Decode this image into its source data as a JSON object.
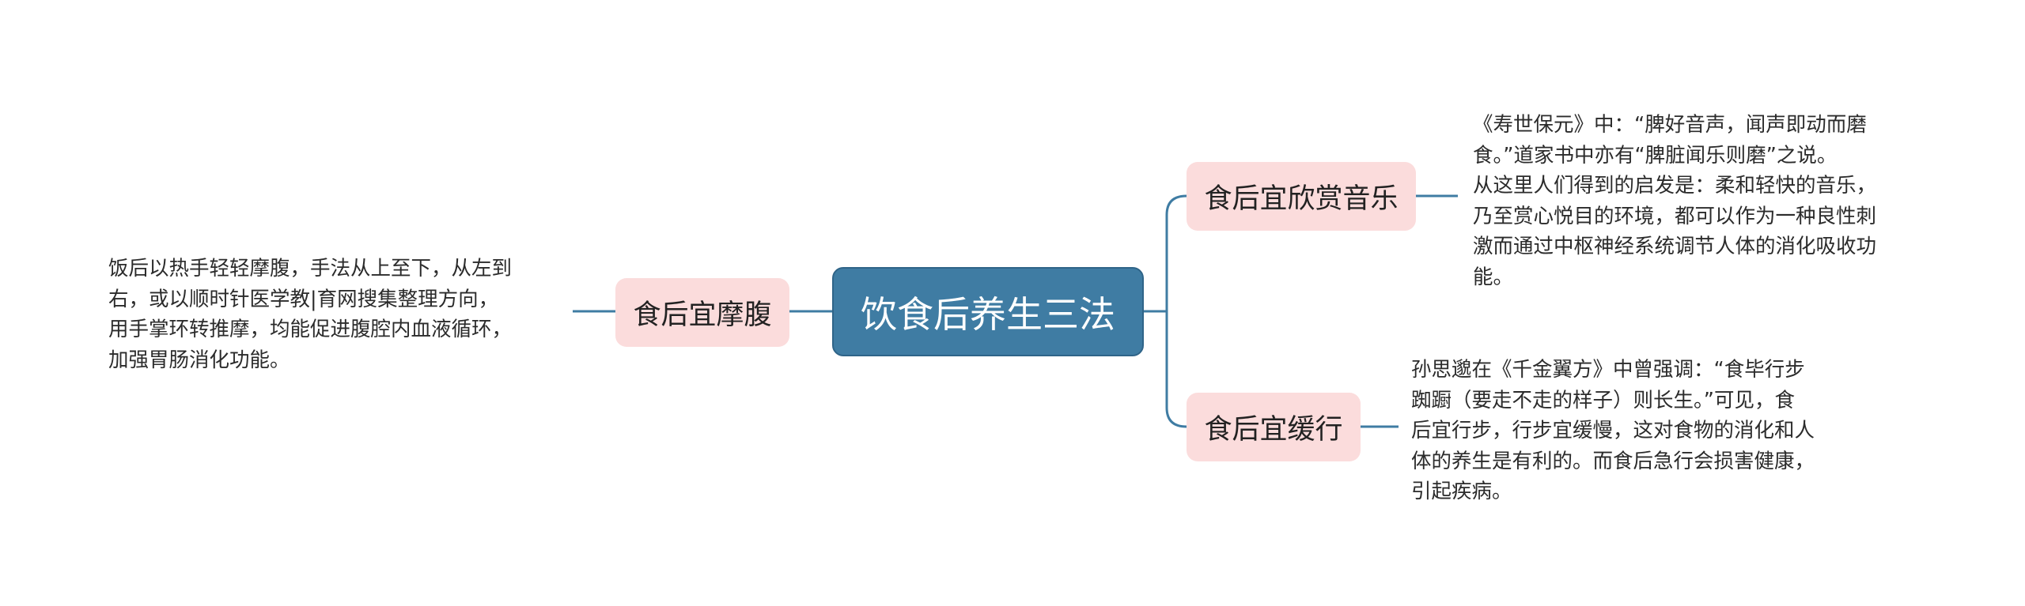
{
  "root": {
    "label": "饮食后养生三法"
  },
  "branches": [
    {
      "id": "left",
      "label": "食后宜摩腹",
      "detail_lines": [
        "饭后以热手轻轻摩腹，手法从上至下，从左到",
        "右，或以顺时针医学教|育网搜集整理方向，",
        "用手掌环转推摩，均能促进腹腔内血液循环，",
        "加强胃肠消化功能。"
      ]
    },
    {
      "id": "top-right",
      "label": "食后宜欣赏音乐",
      "detail_lines": [
        "《寿世保元》中：“脾好音声，闻声即动而磨",
        "食。”道家书中亦有“脾脏闻乐则磨”之说。",
        "从这里人们得到的启发是：柔和轻快的音乐，",
        "乃至赏心悦目的环境，都可以作为一种良性刺",
        "激而通过中枢神经系统调节人体的消化吸收功",
        "能。"
      ]
    },
    {
      "id": "bottom-right",
      "label": "食后宜缓行",
      "detail_lines": [
        "孙思邈在《千金翼方》中曾强调：“食毕行步",
        "踟蹰（要走不走的样子）则长生。”可见，食",
        "后宜行步，行步宜缓慢，这对食物的消化和人",
        "体的养生是有利的。而食后急行会损害健康，",
        "引起疾病。"
      ]
    }
  ],
  "colors": {
    "root_fill": "#3f7ca3",
    "branch_fill": "#fbdcdc",
    "connector": "#3f7ca3",
    "text": "#2b2b2b"
  }
}
